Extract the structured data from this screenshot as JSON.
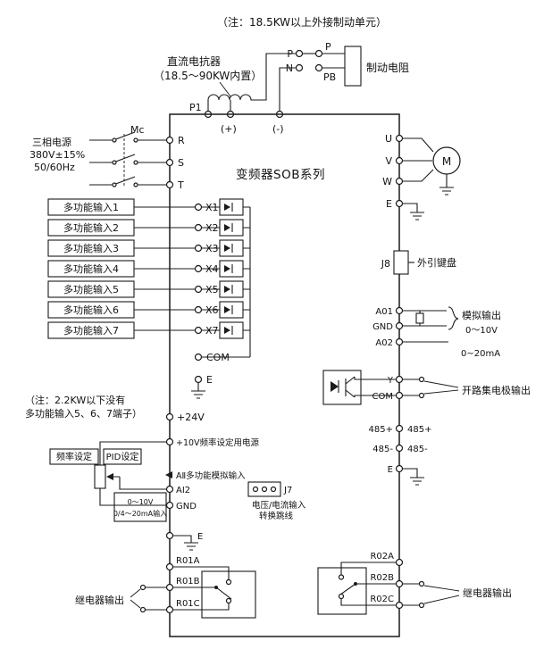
{
  "diagram": {
    "top_note": "（注：18.5KW以上外接制动单元）",
    "dc_reactor": {
      "line1": "直流电抗器",
      "line2": "（18.5～90KW内置）"
    },
    "brake": {
      "p1": "P1",
      "plus": "(+)",
      "minus": "(-)",
      "p_left": "P",
      "p_right": "P",
      "n": "N",
      "pb": "PB",
      "resistor": "制动电阻"
    },
    "title": "变频器SOB系列",
    "power": {
      "line1": "三相电源",
      "line2": "380V±15%",
      "line3": "50/60Hz",
      "contactor": "Mc",
      "r": "R",
      "s": "S",
      "t": "T"
    },
    "inputs": {
      "items": [
        {
          "label": "多功能输入1",
          "terminal": "X1"
        },
        {
          "label": "多功能输入2",
          "terminal": "X2"
        },
        {
          "label": "多功能输入3",
          "terminal": "X3"
        },
        {
          "label": "多功能输入4",
          "terminal": "X4"
        },
        {
          "label": "多功能输入5",
          "terminal": "X5"
        },
        {
          "label": "多功能输入6",
          "terminal": "X6"
        },
        {
          "label": "多功能输入7",
          "terminal": "X7"
        }
      ],
      "com": "COM",
      "e": "E",
      "p24": "+24V",
      "note_line1": "（注：2.2KW以下没有",
      "note_line2": "多功能输入5、6、7端子）"
    },
    "analog_in": {
      "p10v": "+10V频率设定用电源",
      "freq": "频率设定",
      "pid": "PID设定",
      "aii": "AⅡ多功能模拟输入",
      "ai2": "AI2",
      "gnd": "GND",
      "range1": "0～10V",
      "range2": "0/4～20mA输入",
      "j7": "J7",
      "j7_note1": "电压/电流输入",
      "j7_note2": "转换跳线",
      "e": "E"
    },
    "relay1": {
      "a": "R01A",
      "b": "R01B",
      "c": "R01C",
      "label": "继电器输出"
    },
    "motor": {
      "u": "U",
      "v": "V",
      "w": "W",
      "m": "M",
      "e": "E"
    },
    "keypad": {
      "j8": "J8",
      "label": "外引键盘"
    },
    "analog_out": {
      "a01": "A01",
      "gnd": "GND",
      "a02": "A02",
      "label": "模拟输出",
      "range1": "0～10V",
      "range2": "0~20mA"
    },
    "collector": {
      "y": "Y",
      "com": "COM",
      "label": "开路集电极输出"
    },
    "rs485": {
      "plus_in": "485+",
      "plus_out": "485+",
      "minus_in": "485-",
      "minus_out": "485-",
      "e": "E"
    },
    "relay2": {
      "a": "R02A",
      "b": "R02B",
      "c": "R02C",
      "label": "继电器输出"
    }
  }
}
